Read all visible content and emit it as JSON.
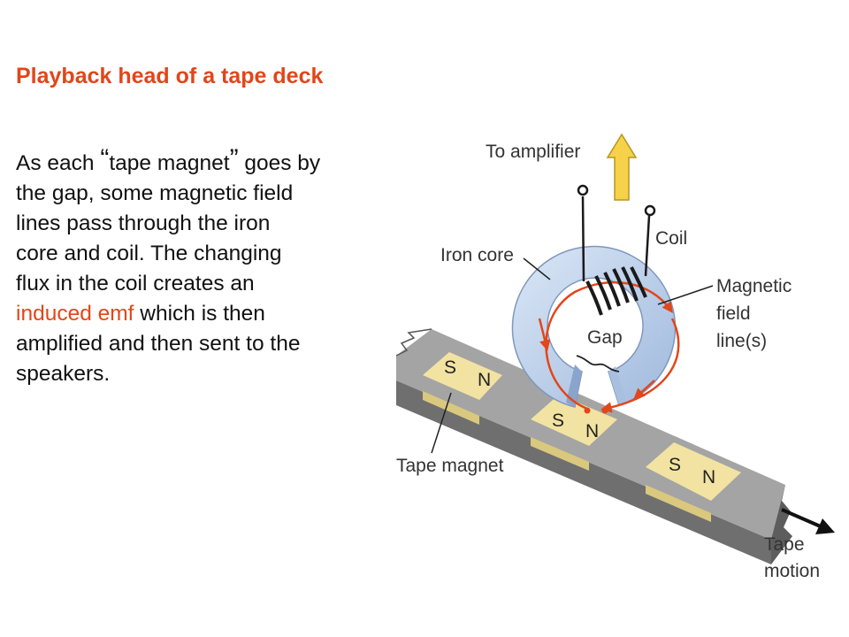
{
  "slide": {
    "title": "Playback head of a tape deck",
    "lines": [
      [
        "As each ",
        "“",
        "tape magnet",
        "”",
        " goes by"
      ],
      "the gap, some magnetic field",
      "lines pass through the iron",
      "core and coil. The changing",
      "flux in the coil creates an",
      [
        "induced emf",
        " which is then"
      ],
      "amplified and then sent to the",
      "speakers."
    ]
  },
  "diagram": {
    "labels": {
      "to_amplifier": "To amplifier",
      "iron_core": "Iron core",
      "coil": "Coil",
      "field_lines": [
        "Magnetic",
        "field",
        "line(s)"
      ],
      "gap": "Gap",
      "tape_magnet": "Tape magnet",
      "tape_motion": [
        "Tape",
        "motion"
      ]
    },
    "poles": [
      {
        "s": "S",
        "n": "N"
      },
      {
        "s": "S",
        "n": "N"
      },
      {
        "s": "S",
        "n": "N"
      }
    ],
    "colors": {
      "accent": "#e2461a",
      "core": "#b9cde8",
      "tape_gray": "#8f8f8f",
      "magnet_yellow": "#f2e3a2",
      "arrow_yellow": "#f6d24a"
    }
  }
}
